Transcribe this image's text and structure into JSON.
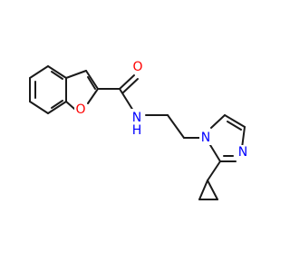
{
  "molecule": {
    "colors": {
      "bond": "#1a1a1a",
      "oxygen": "#ff0000",
      "nitrogen": "#0000ff",
      "background": "#ffffff"
    },
    "atoms": [
      {
        "id": "ring_O",
        "label": "O",
        "color": "oxygen"
      },
      {
        "id": "carbonyl_O",
        "label": "O",
        "color": "oxygen"
      },
      {
        "id": "amide_NH",
        "label": "N\nH",
        "color": "nitrogen"
      },
      {
        "id": "imidazole_N1",
        "label": "N",
        "color": "nitrogen"
      },
      {
        "id": "imidazole_N3",
        "label": "N",
        "color": "nitrogen"
      }
    ]
  }
}
